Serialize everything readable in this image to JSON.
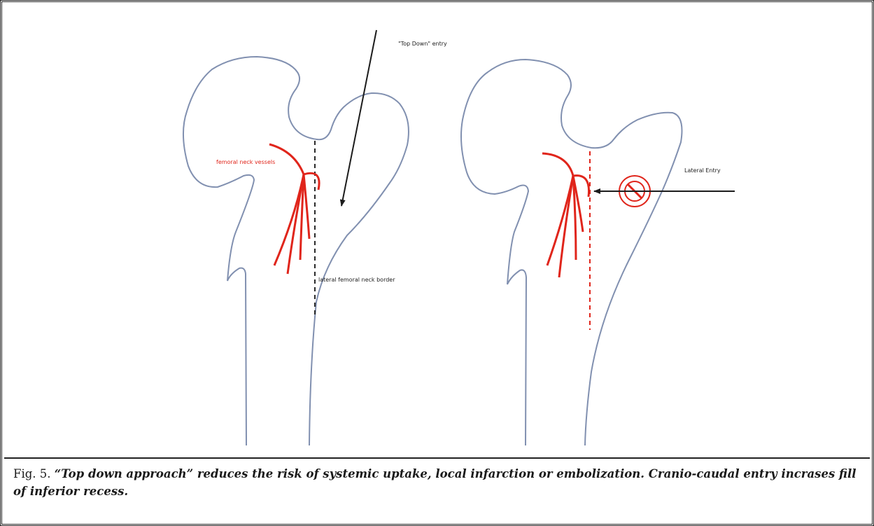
{
  "figure": {
    "left_diagram": {
      "labels": {
        "vessels": "femoral neck vessels",
        "border": "lateral femoral neck border",
        "entry": "\"Top Down\" entry"
      }
    },
    "right_diagram": {
      "labels": {
        "entry": "Lateral Entry"
      },
      "prohibited_icon": "no-entry-icon"
    },
    "colors": {
      "bone_outline": "#8190b0",
      "vessels": "#e0251b",
      "arrow": "#1c1c1c",
      "border_line": "#2a2a2a"
    }
  },
  "caption": {
    "label": "Fig. 5.",
    "text": "“Top down approach” reduces the risk of systemic uptake, local infarction or embolization. Cranio-caudal entry incrases fill of inferior recess."
  }
}
